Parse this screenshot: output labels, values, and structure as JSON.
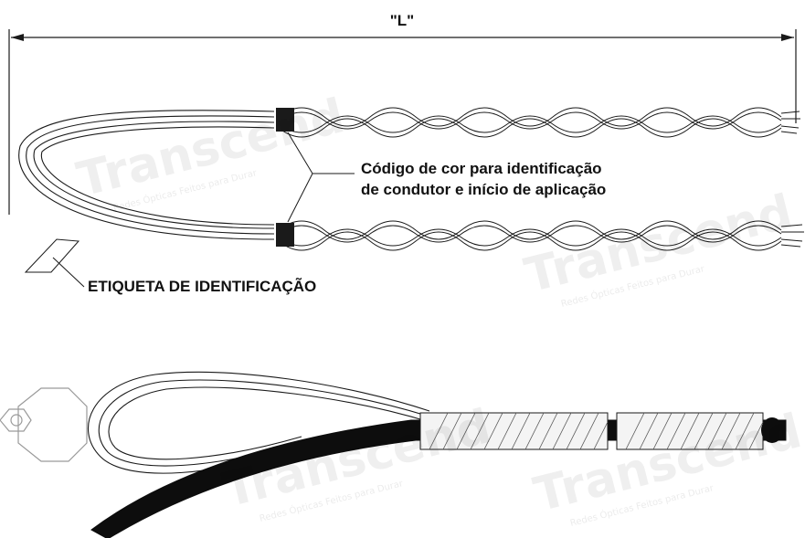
{
  "dimension": {
    "label": "\"L\""
  },
  "callouts": {
    "color_code_line1": "Código de cor para identificação",
    "color_code_line2": "de condutor e início de aplicação",
    "id_tag": "ETIQUETA DE IDENTIFICAÇÃO"
  },
  "watermark": {
    "brand": "Transcend",
    "tagline": "Redes Ópticas Feitos para Durar"
  },
  "colors": {
    "line": "#1a1a1a",
    "strand_fill": "#f4f4f4",
    "color_code_band": "#1a1a1a",
    "cable": "#0d0d0d"
  }
}
